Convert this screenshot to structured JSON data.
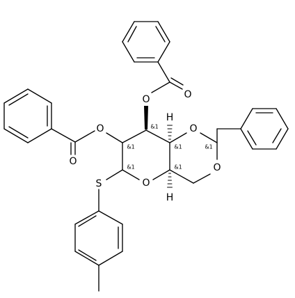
{
  "molecule": {
    "atoms": {
      "O_ring": "O",
      "O_acetal_upper": "O",
      "O_acetal_lower": "O",
      "S": "S",
      "O_ester_upper": "O",
      "O_ester_left": "O",
      "O_carbonyl_upper": "O",
      "O_carbonyl_left": "O",
      "H_upper": "H",
      "H_lower": "H"
    },
    "stereo_labels": {
      "c2": "&1",
      "c3": "&1",
      "c4": "&1",
      "c5": "&1",
      "c1": "&1",
      "acetal": "&1"
    }
  }
}
